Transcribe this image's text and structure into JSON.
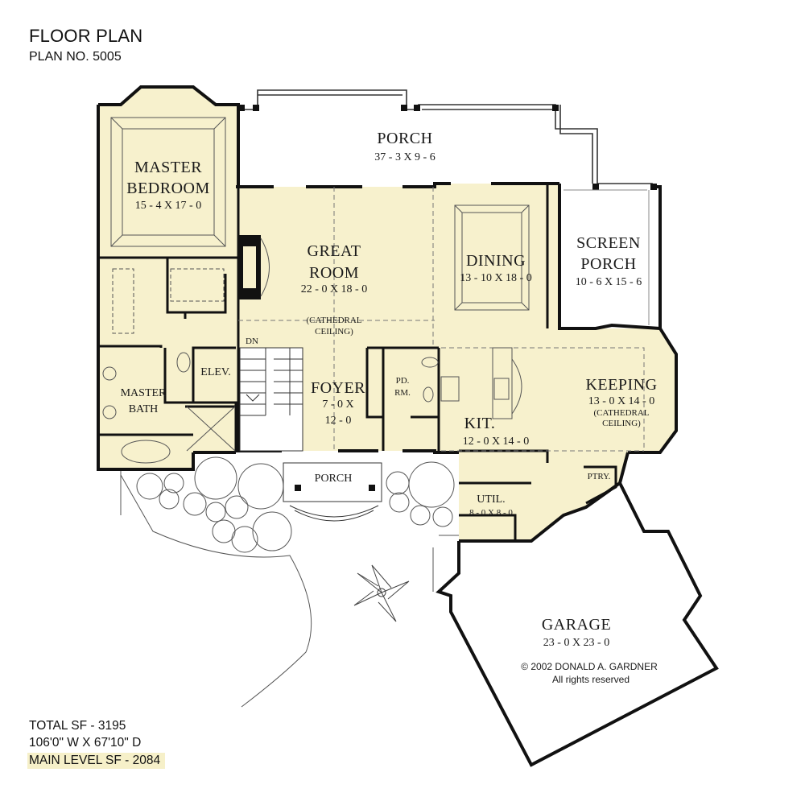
{
  "header": {
    "title": "FLOOR PLAN",
    "plan_no": "PLAN NO. 5005"
  },
  "stats": {
    "total_sf": "TOTAL SF - 3195",
    "dimensions": "106'0\" W X 67'10\" D",
    "main_level_sf": "MAIN LEVEL SF - 2084"
  },
  "rooms": {
    "porch_rear": {
      "name": "PORCH",
      "size": "37 - 3 X 9 - 6"
    },
    "master_bedroom": {
      "name1": "MASTER",
      "name2": "BEDROOM",
      "size": "15 - 4 X 17 - 0"
    },
    "great_room": {
      "name1": "GREAT",
      "name2": "ROOM",
      "size": "22 - 0 X 18 - 0",
      "note1": "(CATHEDRAL",
      "note2": "CEILING)"
    },
    "dining": {
      "name": "DINING",
      "size": "13 - 10 X 18 - 0"
    },
    "screen_porch": {
      "name1": "SCREEN",
      "name2": "PORCH",
      "size": "10 - 6 X 15 - 6"
    },
    "keeping": {
      "name": "KEEPING",
      "size": "13 - 0 X 14 - 0",
      "note1": "(CATHEDRAL",
      "note2": "CEILING)"
    },
    "kitchen": {
      "name": "KIT.",
      "size": "12 - 0 X 14 - 0"
    },
    "foyer": {
      "name": "FOYER",
      "size1": "7 - 0 X",
      "size2": "12 - 0"
    },
    "powder_room": {
      "name1": "PD.",
      "name2": "RM."
    },
    "elevator": {
      "name": "ELEV."
    },
    "master_bath": {
      "name1": "MASTER",
      "name2": "BATH"
    },
    "stair_dn": {
      "name": "DN"
    },
    "porch_front": {
      "name": "PORCH"
    },
    "pantry": {
      "name": "PTRY."
    },
    "utility": {
      "name": "UTIL.",
      "size": "8 - 0 X 8 - 0"
    },
    "garage": {
      "name": "GARAGE",
      "size": "23 - 0 X 23 - 0"
    }
  },
  "copyright": {
    "line1": "© 2002 DONALD A. GARDNER",
    "line2": "All rights reserved"
  },
  "colors": {
    "floor_fill": "#f7f1cd",
    "wall": "#111111",
    "page": "#ffffff"
  }
}
